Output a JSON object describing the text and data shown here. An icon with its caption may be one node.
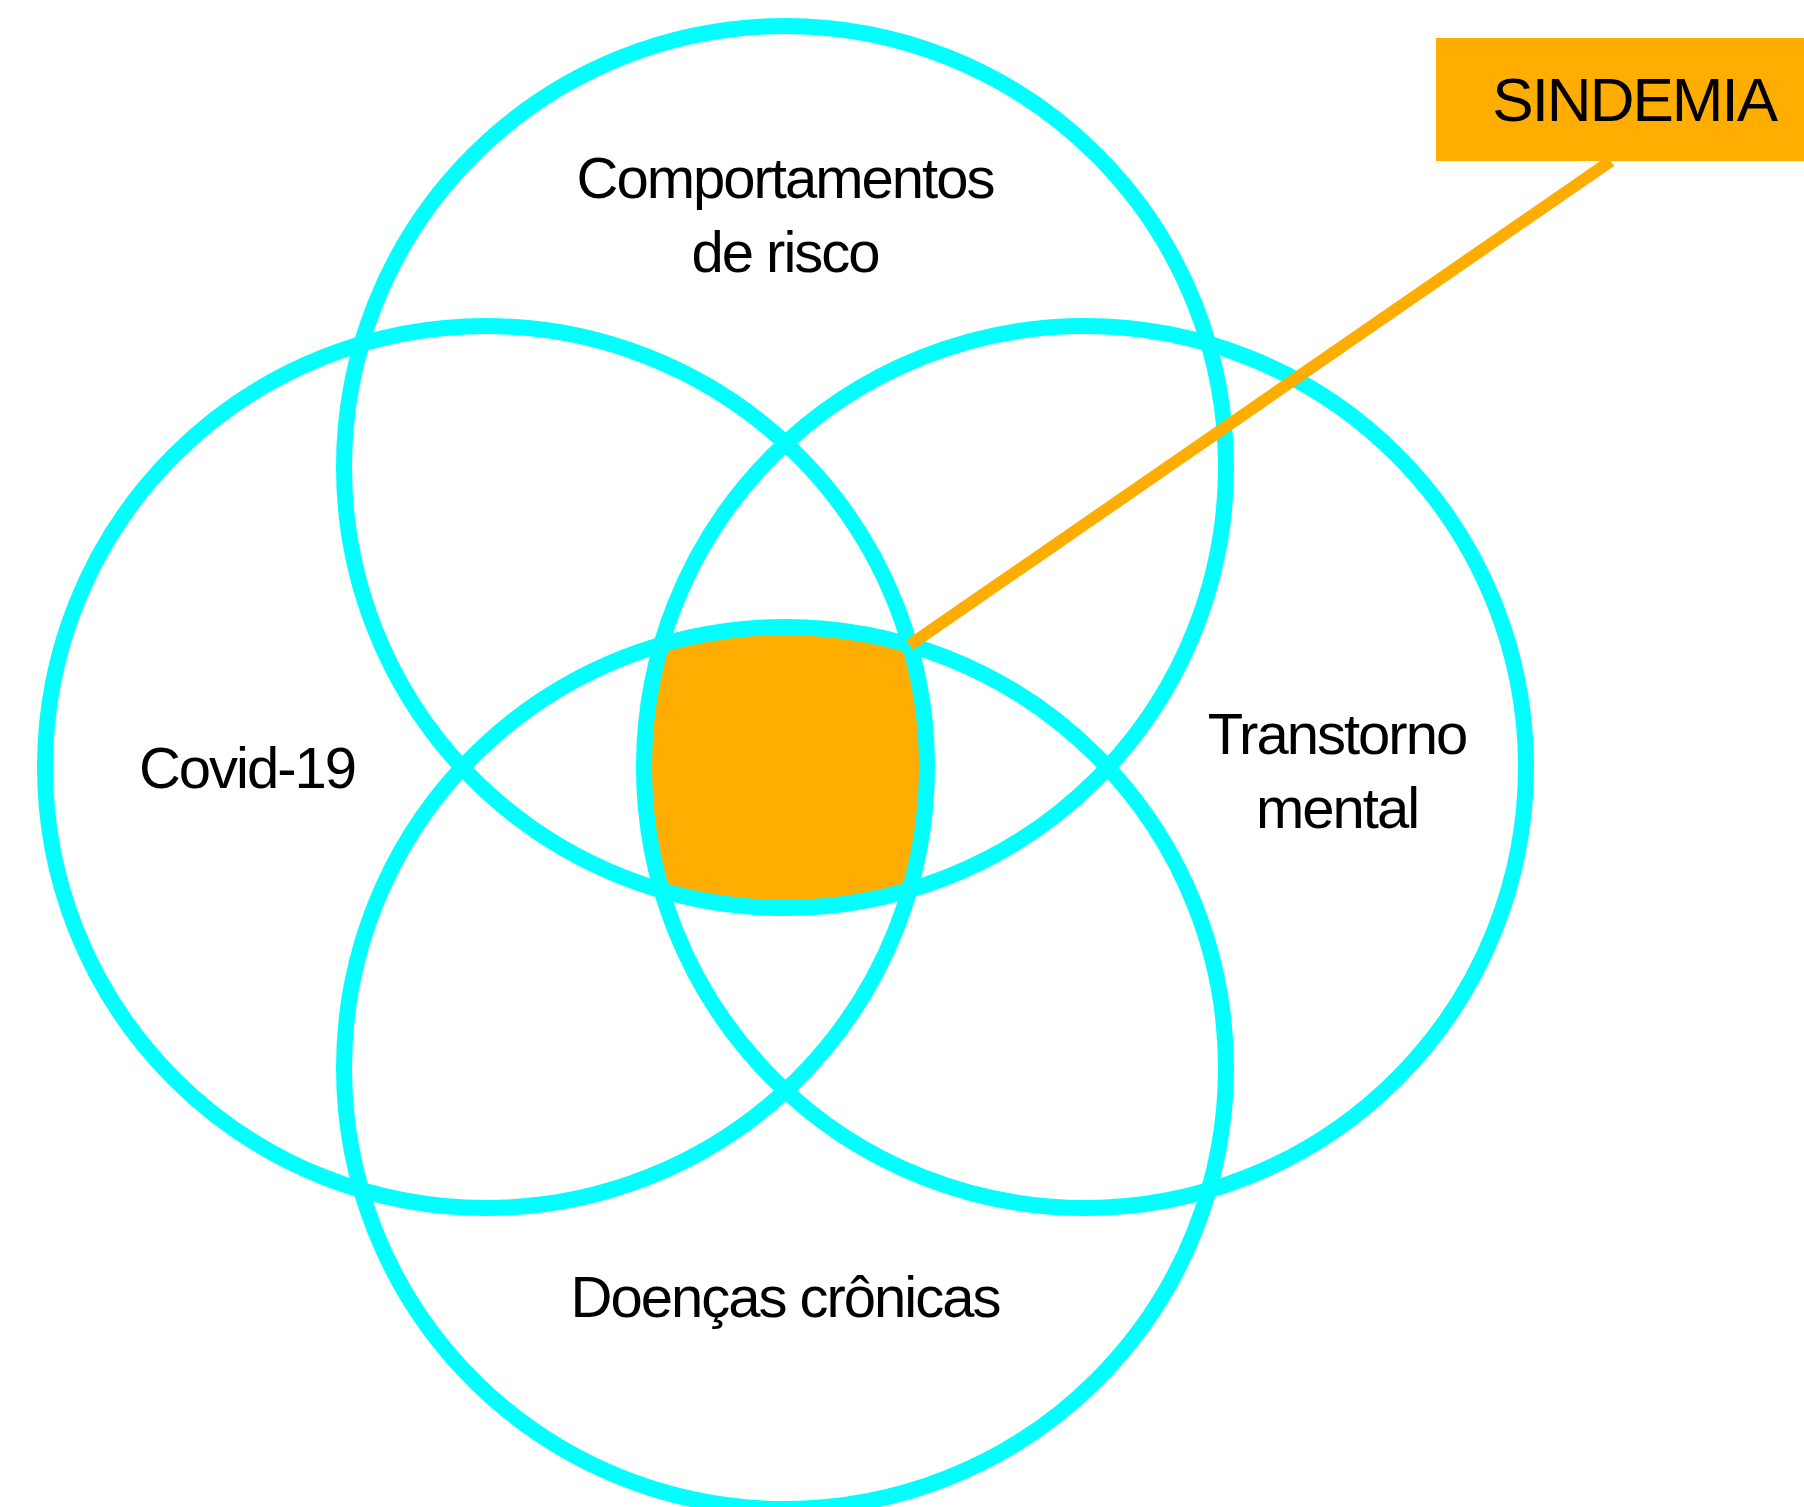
{
  "diagram": {
    "nodes": [
      {
        "text": [
          "Comportamentos de risco"
        ]
      },
      {
        "text": [
          "Covid-19"
        ]
      },
      {
        "text": [
          "Transtorno mental"
        ]
      },
      {
        "text": [
          "Doenças crônicas"
        ]
      },
      {
        "text": [],
        "shape": "box"
      },
      {
        "text": [
          "SINDEMIA"
        ]
      }
    ],
    "edges": [
      {
        "from": 5,
        "to": 4,
        "arrow": "none",
        "color": "#ffad00"
      }
    ]
  }
}
